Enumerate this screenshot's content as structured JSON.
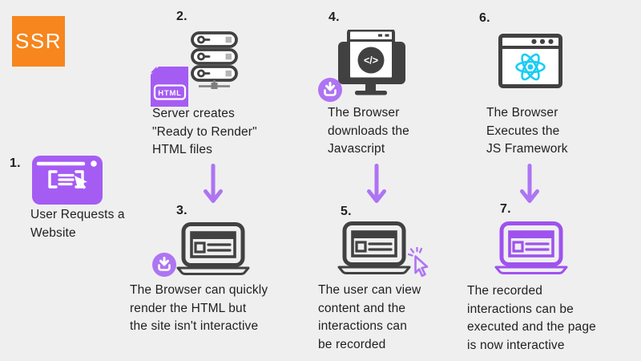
{
  "title_badge": "SSR",
  "colors": {
    "bg": "#EFEFF0",
    "orange": "#F6861D",
    "purple": "#A55CF3",
    "purple-light": "#AE74F2",
    "purple-stroke": "#9F52EE",
    "dark": "#414141",
    "gray": "#B5B5B5",
    "gray-dark": "#7E7E7E",
    "cyan": "#18CDF4",
    "text": "#1F1F1F"
  },
  "icons": {
    "html_file_label": "HTML",
    "code_glyph": "</>"
  },
  "steps": [
    {
      "number": "1.",
      "icon": "browser-request-icon",
      "lines": [
        "User Requests a",
        "Website"
      ]
    },
    {
      "number": "2.",
      "icon": "server-stack-icon",
      "lines": [
        "Server creates",
        "\"Ready to Render\"",
        "HTML files"
      ]
    },
    {
      "number": "3.",
      "icon": "laptop-download-icon",
      "lines": [
        "The Browser can quickly",
        "render the HTML but",
        "the site isn't interactive"
      ]
    },
    {
      "number": "4.",
      "icon": "monitor-code-download-icon",
      "lines": [
        "The Browser",
        "downloads the",
        "Javascript"
      ]
    },
    {
      "number": "5.",
      "icon": "laptop-click-icon",
      "lines": [
        "The user can view",
        "content and the",
        "interactions can",
        "be recorded"
      ]
    },
    {
      "number": "6.",
      "icon": "browser-react-icon",
      "lines": [
        "The Browser",
        "Executes the",
        "JS Framework"
      ]
    },
    {
      "number": "7.",
      "icon": "laptop-interactive-icon",
      "lines": [
        "The recorded",
        "interactions can be",
        "executed and the page",
        "is now interactive"
      ]
    }
  ]
}
